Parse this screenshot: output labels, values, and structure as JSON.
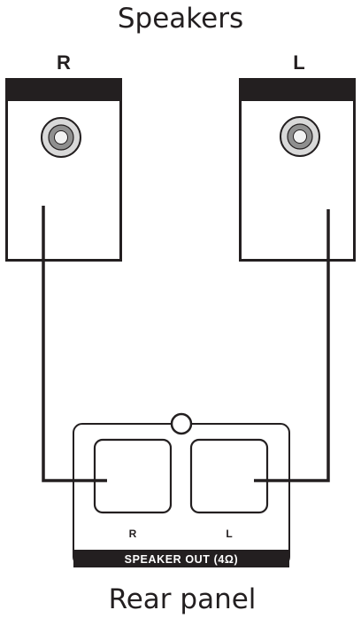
{
  "titles": {
    "top": "Speakers",
    "bottom": "Rear panel"
  },
  "speakers": {
    "right_label": "R",
    "left_label": "L"
  },
  "rear_panel": {
    "terminal_right_label": "R",
    "terminal_left_label": "L",
    "output_bar_label": "SPEAKER OUT (4Ω)"
  },
  "colors": {
    "ink": "#231f20",
    "driver_outer": "#d9d9d9",
    "driver_inner": "#8f8f8f",
    "background": "#ffffff"
  }
}
